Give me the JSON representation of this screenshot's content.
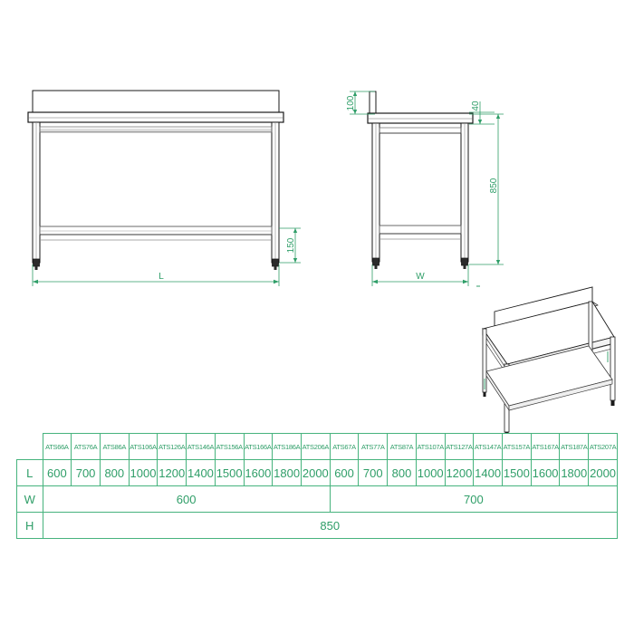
{
  "drawing": {
    "title": "Stainless steel work table technical drawing",
    "colors": {
      "dimension_green": "#2f9e68",
      "table_border_green": "#46b37d",
      "outline_black": "#1a1a1a",
      "fill_white": "#ffffff",
      "shade_grey": "#d9d9d9"
    },
    "views": [
      {
        "name": "front-elevation-view",
        "label": ""
      },
      {
        "name": "side-elevation-view",
        "label": ""
      },
      {
        "name": "isometric-3d-view",
        "label": ""
      }
    ],
    "dimensions": {
      "front": {
        "splashback_to_shelf": "150",
        "overall_length": "L"
      },
      "side": {
        "upstand_height": "100",
        "top_thickness": "40",
        "overall_height": "850",
        "overall_width": "W"
      }
    }
  },
  "spec_table": {
    "corner_label": "",
    "row_labels": [
      "L",
      "W",
      "H"
    ],
    "models": [
      "ATS66A",
      "ATS76A",
      "ATS86A",
      "ATS106A",
      "ATS126A",
      "ATS146A",
      "ATS156A",
      "ATS166A",
      "ATS186A",
      "ATS206A",
      "ATS67A",
      "ATS77A",
      "ATS87A",
      "ATS107A",
      "ATS127A",
      "ATS147A",
      "ATS157A",
      "ATS167A",
      "ATS187A",
      "ATS207A"
    ],
    "length_values": [
      "600",
      "700",
      "800",
      "1000",
      "1200",
      "1400",
      "1500",
      "1600",
      "1800",
      "2000",
      "600",
      "700",
      "800",
      "1000",
      "1200",
      "1400",
      "1500",
      "1600",
      "1800",
      "2000"
    ],
    "width_groups": [
      {
        "value": "600",
        "span": 10
      },
      {
        "value": "700",
        "span": 10
      }
    ],
    "height_groups": [
      {
        "value": "850",
        "span": 20
      }
    ]
  }
}
